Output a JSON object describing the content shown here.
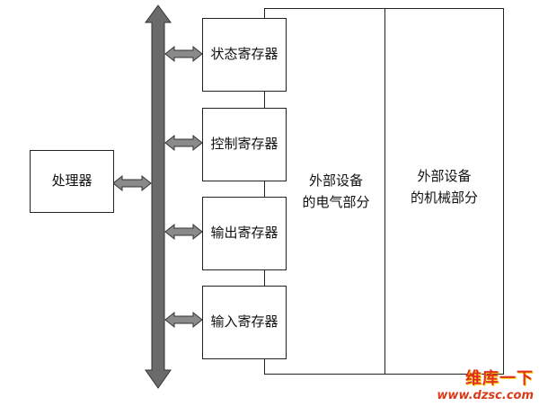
{
  "diagram": {
    "processor_label": "处理器",
    "registers": [
      {
        "label": "状态寄存器"
      },
      {
        "label": "控制寄存器"
      },
      {
        "label": "输出寄存器"
      },
      {
        "label": "输入寄存器"
      }
    ],
    "electrical_part": {
      "line1": "外部设备",
      "line2": "的电气部分"
    },
    "mechanical_part": {
      "line1": "外部设备",
      "line2": "的机械部分"
    }
  },
  "watermark": {
    "brand": "维库一下",
    "url": "www.dzsc.com"
  },
  "colors": {
    "bus": "#6b6b6b",
    "arrow": "#7a7a7a",
    "border": "#222222",
    "watermark": "#e03020"
  }
}
